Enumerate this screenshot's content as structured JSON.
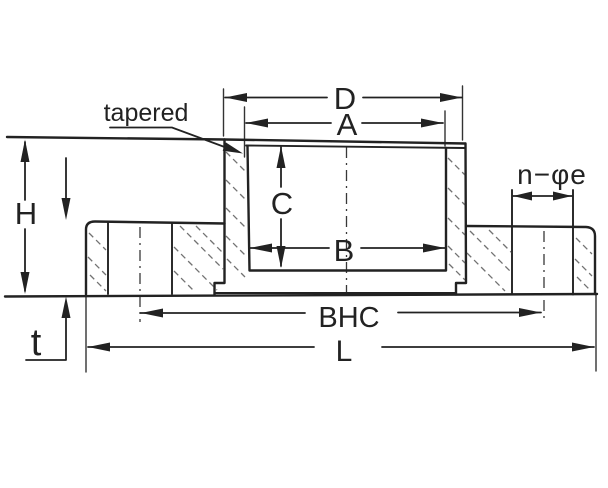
{
  "diagram": {
    "colors": {
      "ink": "#222222",
      "paper": "#ffffff"
    },
    "callout": {
      "tapered": "tapered"
    },
    "dimension_labels": {
      "D": "D",
      "A": "A",
      "C": "C",
      "B": "B",
      "H": "H",
      "t": "t",
      "BHC": "BHC",
      "L": "L",
      "bolt_holes": "n−φe"
    }
  }
}
